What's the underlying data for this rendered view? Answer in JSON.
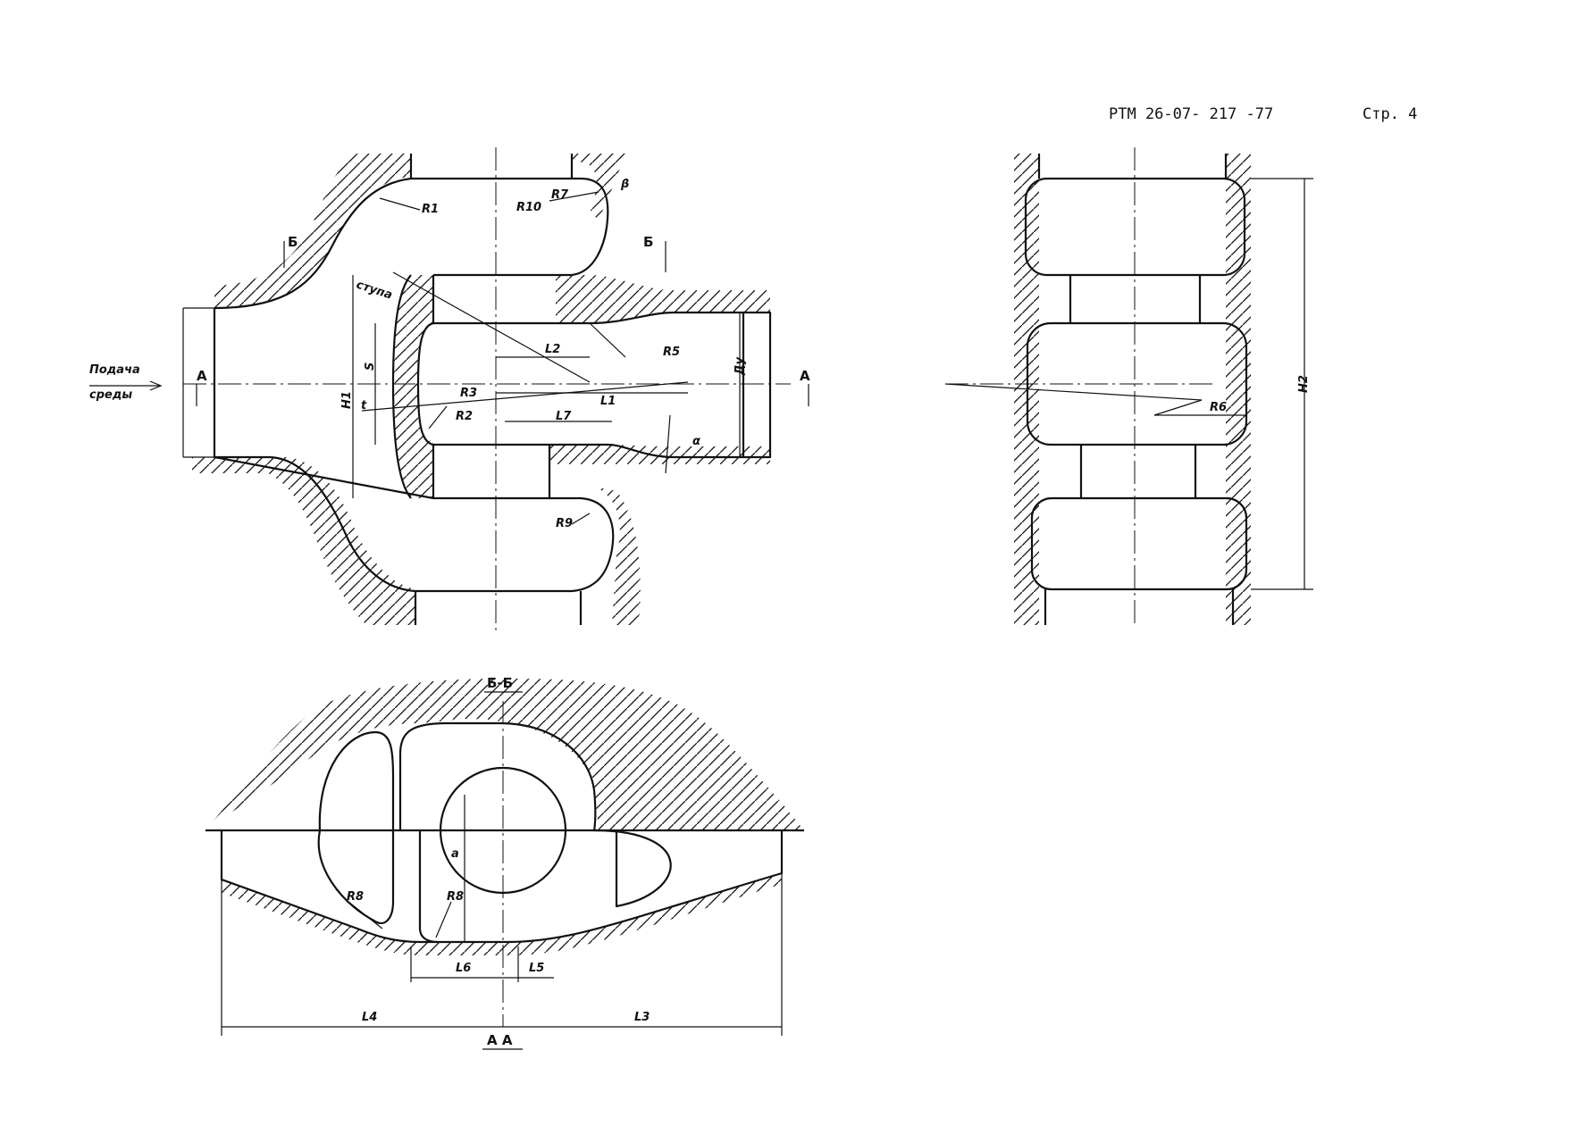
{
  "header": {
    "doc_code": "РТМ 26-07- 217 -77",
    "page_label": "Стр. 4"
  },
  "view_main": {
    "inlet_line1": "Подача",
    "inlet_line2": "среды",
    "section_mark_a": "А",
    "section_mark_b": "Б",
    "labels": [
      "R1",
      "R10",
      "R7",
      "β",
      "R5",
      "Ду",
      "L2",
      "L1",
      "L7",
      "R3",
      "R2",
      "α",
      "R9",
      "S",
      "t",
      "H1",
      "ступа"
    ]
  },
  "view_side": {
    "labels": [
      "R6",
      "H2"
    ]
  },
  "view_section": {
    "title": "Б-Б",
    "bottom_label": "А А",
    "labels": [
      "R8",
      "R8",
      "L6",
      "L5",
      "L4",
      "L3",
      "а"
    ]
  }
}
